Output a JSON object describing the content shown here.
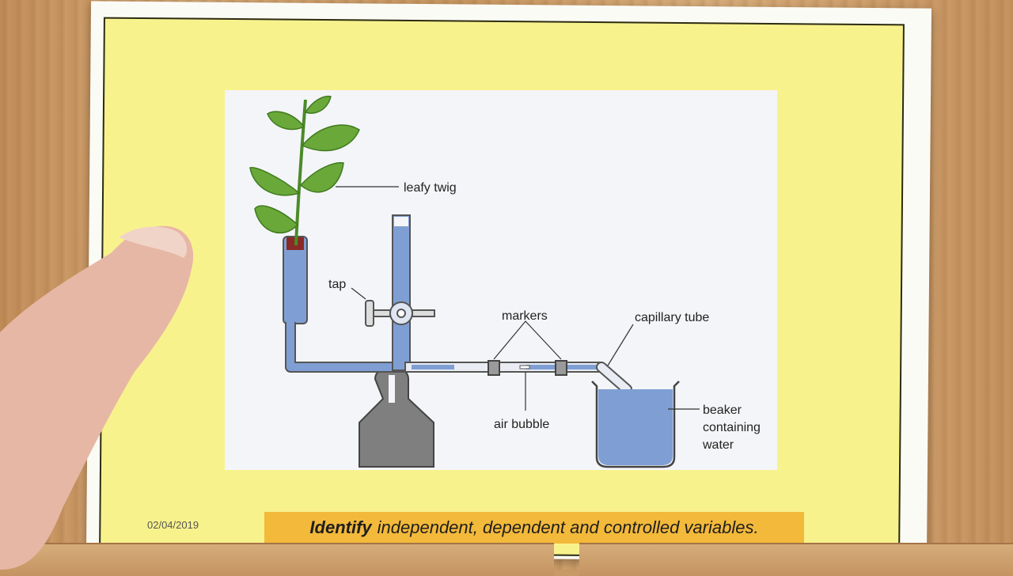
{
  "diagram": {
    "labels": {
      "leafy_twig": "leafy twig",
      "tap": "tap",
      "markers": "markers",
      "capillary_tube": "capillary tube",
      "air_bubble": "air bubble",
      "beaker_line1": "beaker",
      "beaker_line2": "containing",
      "beaker_line3": "water"
    }
  },
  "banner": {
    "emphasis": "Identify",
    "rest": "independent, dependent and controlled variables."
  },
  "date": "02/04/2019",
  "colors": {
    "slide_background": "#f8f28d",
    "banner": "#f3b93a",
    "water": "#7f9fd4",
    "leaf": "#6aa83a",
    "stand": "#808080"
  }
}
